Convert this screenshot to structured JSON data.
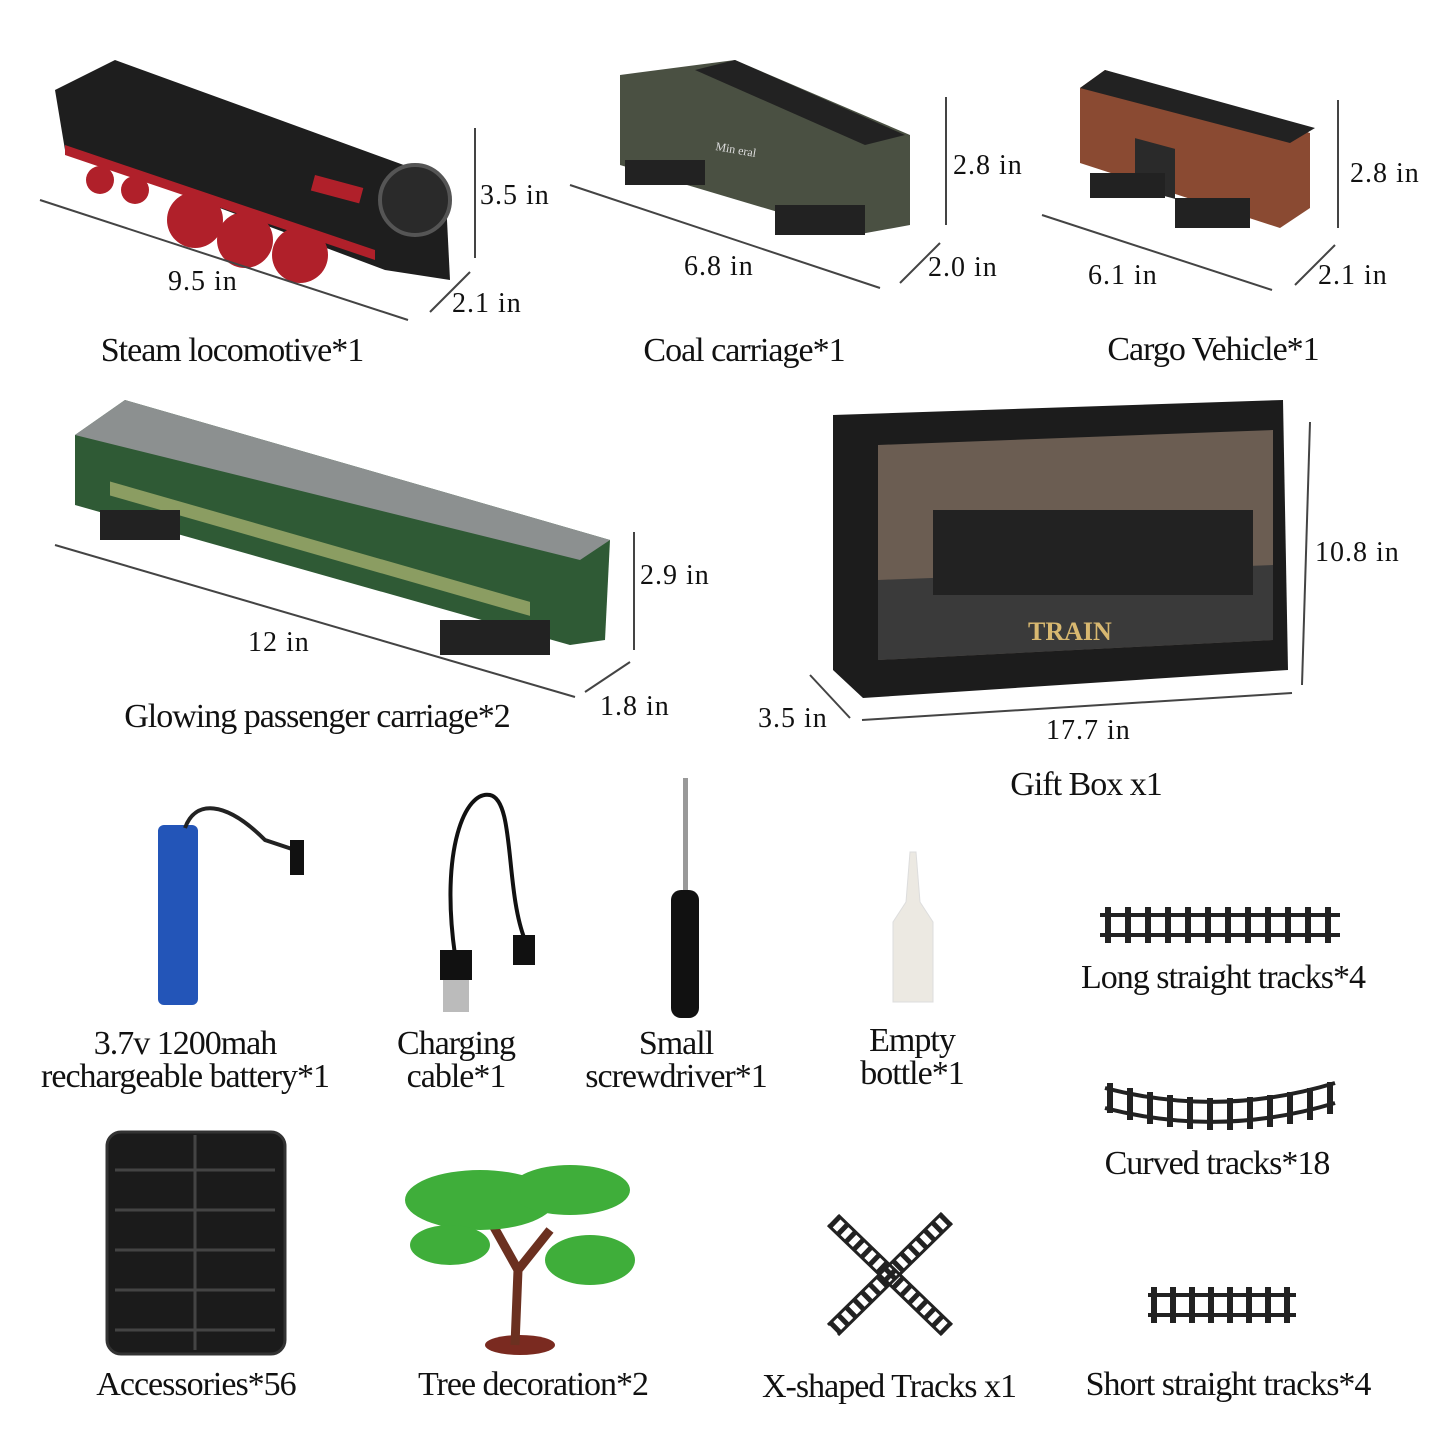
{
  "items": [
    {
      "label": "Steam locomotive*1",
      "dims": [
        "3.5 in",
        "9.5 in",
        "2.1 in"
      ]
    },
    {
      "label": "Coal carriage*1",
      "dims": [
        "2.8 in",
        "6.8 in",
        "2.0 in"
      ],
      "print": "Min eral"
    },
    {
      "label": "Cargo Vehicle*1",
      "dims": [
        "2.8 in",
        "6.1 in",
        "2.1 in"
      ]
    },
    {
      "label": "Glowing passenger carriage*2",
      "dims": [
        "2.9 in",
        "12 in",
        "1.8 in"
      ]
    },
    {
      "label": "Gift Box x1",
      "dims": [
        "10.8 in",
        "3.5 in",
        "17.7 in"
      ],
      "print": "TRAIN"
    },
    {
      "label_lines": [
        "3.7v 1200mah",
        "rechargeable battery*1"
      ]
    },
    {
      "label_lines": [
        "Charging",
        "cable*1"
      ]
    },
    {
      "label_lines": [
        "Small",
        "screwdriver*1"
      ]
    },
    {
      "label_lines": [
        "Empty",
        "bottle*1"
      ]
    },
    {
      "label": "Long straight tracks*4"
    },
    {
      "label": "Curved tracks*18"
    },
    {
      "label": "Accessories*56"
    },
    {
      "label": "Tree decoration*2"
    },
    {
      "label": "X-shaped Tracks x1"
    },
    {
      "label": "Short straight tracks*4"
    }
  ],
  "colors": {
    "loco": "#1e1e1e",
    "loco_red": "#b0202a",
    "coal": "#4a5042",
    "cargo": "#8a4a32",
    "passenger": "#2f5a35",
    "roof": "#8c9090",
    "box": "#1c1c1c",
    "battery": "#2355b8",
    "tree": "#3fae3a"
  }
}
